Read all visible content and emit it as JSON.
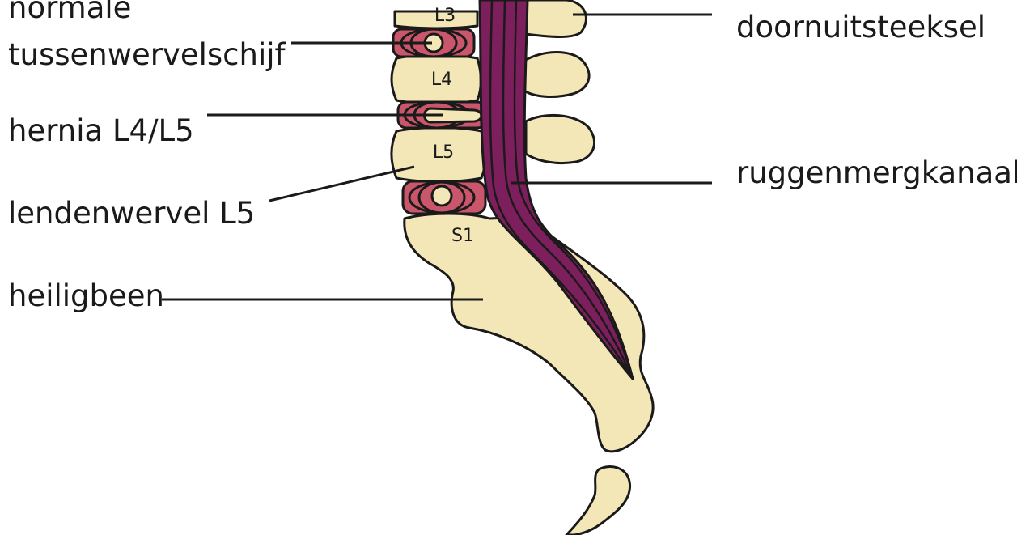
{
  "labels": {
    "normal_disc_line1": "normale",
    "normal_disc_line2": "tussenwervelschijf",
    "hernia": "hernia L4/L5",
    "lumbar_vertebra": "lendenwervel L5",
    "sacrum": "heiligbeen",
    "spinous_process": "doornuitsteeksel",
    "spinal_canal": "ruggenmergkanaal"
  },
  "vertebra_labels": {
    "l3": "L3",
    "l4": "L4",
    "l5": "L5",
    "s1": "S1"
  },
  "colors": {
    "bone": "#f3e7b7",
    "disc": "#c9566b",
    "canal": "#7d1f5c",
    "outline": "#1a1a1a"
  }
}
